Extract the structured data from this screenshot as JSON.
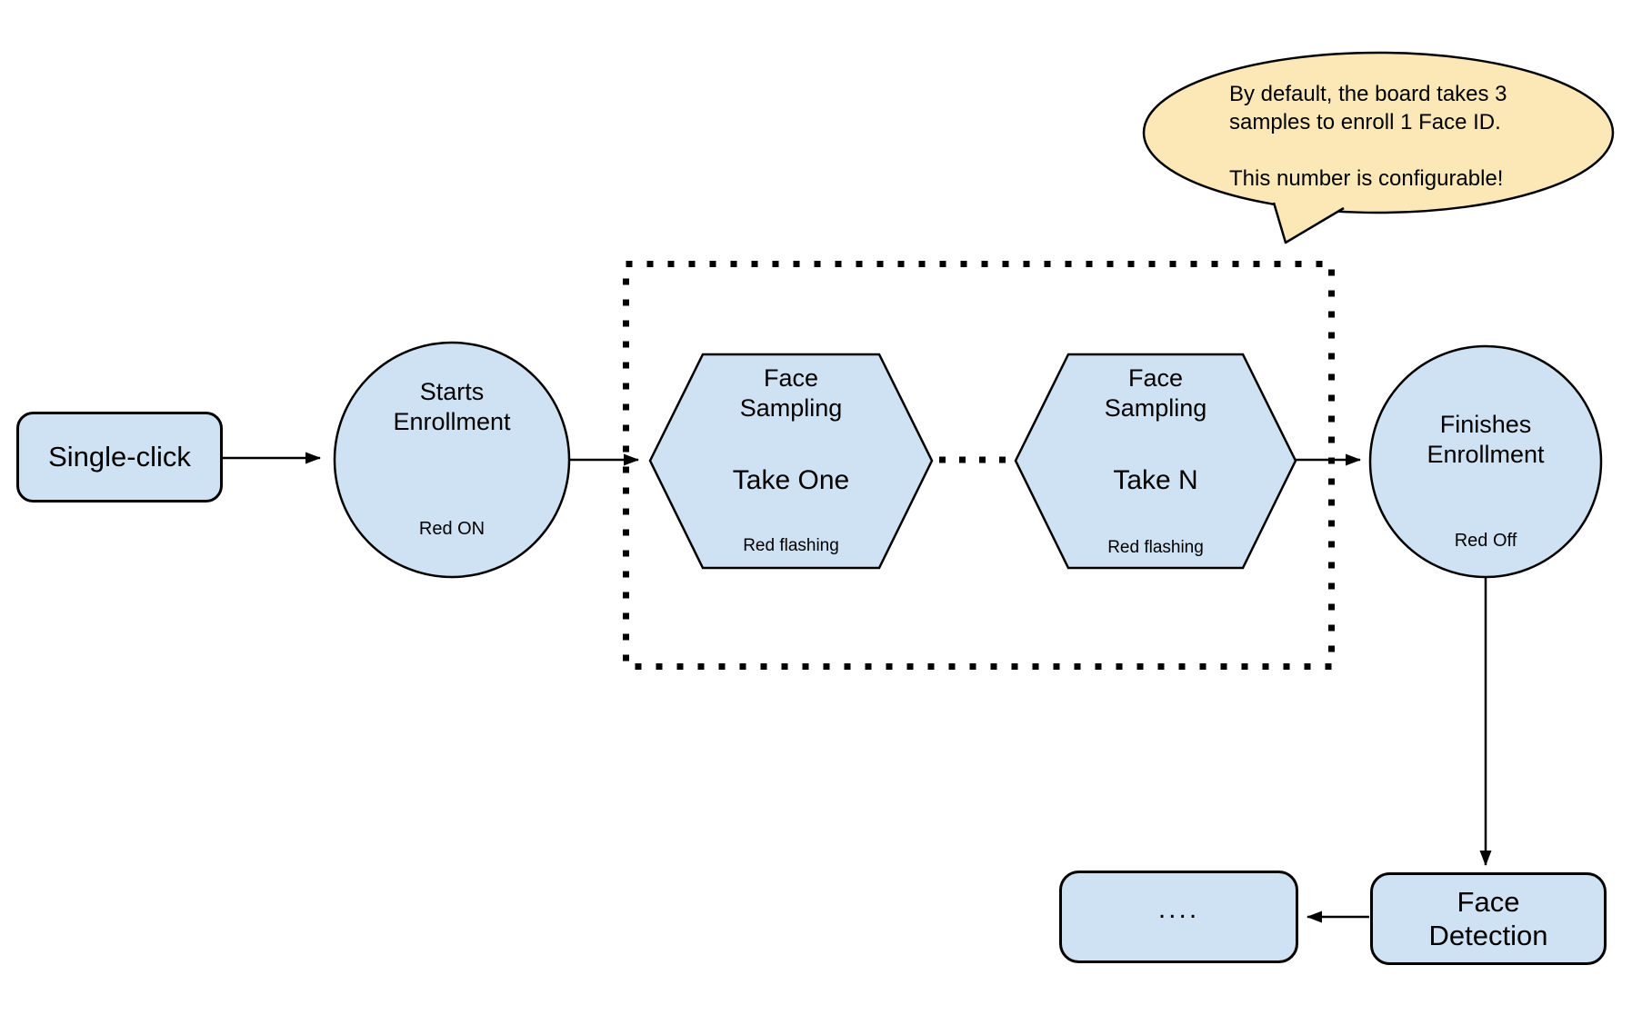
{
  "colors": {
    "node_fill": "#cfe2f3",
    "node_stroke": "#000000",
    "callout_fill": "#fbe8b6",
    "text": "#000000",
    "background": "#ffffff"
  },
  "nodes": {
    "single_click": {
      "label": "Single-click"
    },
    "starts_enrollment": {
      "line1": "Starts",
      "line2": "Enrollment",
      "status": "Red ON"
    },
    "face_sampling_one": {
      "line1": "Face",
      "line2": "Sampling",
      "take": "Take One",
      "status": "Red flashing"
    },
    "face_sampling_n": {
      "line1": "Face",
      "line2": "Sampling",
      "take": "Take N",
      "status": "Red flashing"
    },
    "finishes_enrollment": {
      "line1": "Finishes",
      "line2": "Enrollment",
      "status": "Red Off"
    },
    "face_detection": {
      "line1": "Face",
      "line2": "Detection"
    },
    "ellipsis": {
      "label": "...."
    }
  },
  "callout": {
    "line1": "By default, the board takes 3",
    "line2": "samples to enroll 1 Face ID.",
    "line3": "",
    "line4": "This number is configurable!"
  }
}
